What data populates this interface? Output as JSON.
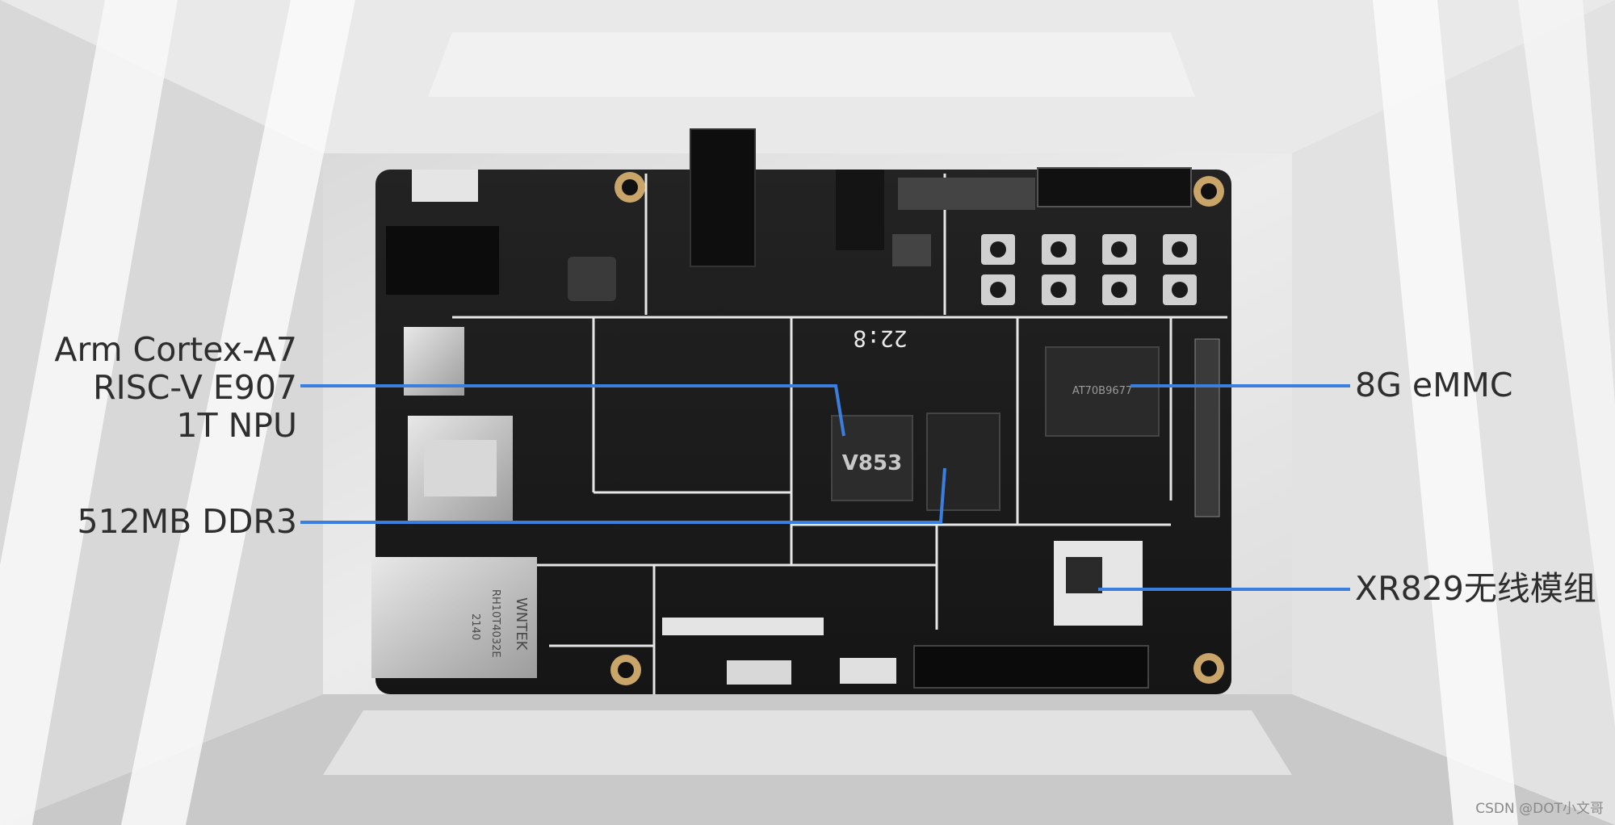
{
  "callouts_left": [
    {
      "lines": [
        "Arm Cortex-A7",
        "RISC-V E907",
        "1T NPU"
      ]
    },
    {
      "lines": [
        "512MB DDR3"
      ]
    }
  ],
  "callouts_right": [
    {
      "text": "8G eMMC"
    },
    {
      "text": "XR829无线模组"
    }
  ],
  "board_silkscreen": {
    "soc": "V853",
    "display": "22:8",
    "ethernet_jack": [
      "WNTEK",
      "RH10T4032E",
      "2140"
    ],
    "emmc_chip": "AT70B9677"
  },
  "colors": {
    "board": "#1e1e1e",
    "callout_line": "#3a7fe0",
    "text": "#2e2e2e",
    "background": "#dcdcdc"
  },
  "watermark": "CSDN @DOT小文哥"
}
